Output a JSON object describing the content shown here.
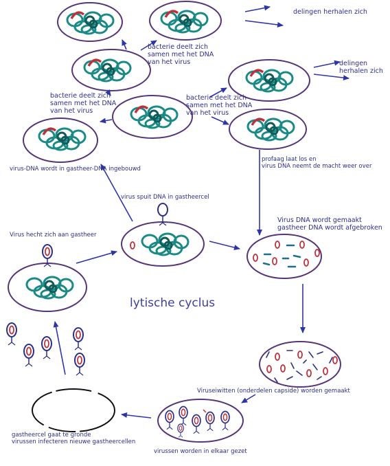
{
  "title": "lytische cyclus",
  "labels": {
    "repeat_top": "delingen herhalen zich",
    "divide_top": "bacterie deelt zich\nsamen met het DNA\nvan het virus",
    "repeat_right": "delingen\nherhalen zich",
    "divide_left": "bacterie deelt zich\nsamen met het DNA\nvan het virus",
    "divide_mid": "bacterie deelt zich\nsamen met het DNA\nvan het virus",
    "integrated": "virus-DNA wordt in gastheer-DNA ingebouwd",
    "prophage": "profaag laat los en\nvirus DNA neemt de macht weer over",
    "inject": "virus spuit DNA in gastheercel",
    "attach": "Virus hecht zich aan gastheer",
    "dna_made": "Virus DNA wordt gemaakt\ngastheer DNA wordt afgebroken",
    "proteins": "Viruseiwitten (onderdelen capside) worden gemaakt",
    "assembled": "virussen worden in elkaar gezet",
    "lysis": "gastheercel gaat te gronde\nvirussen infecteren nieuwe gastheercellen"
  },
  "colors": {
    "arrow": "#2e35a8",
    "cell_outline": "#55357a",
    "dna_teal": "#1a8a86",
    "dna_dark": "#0f5c5a",
    "prophage_red": "#c0303a",
    "virus_outline": "#2b2f8a"
  }
}
